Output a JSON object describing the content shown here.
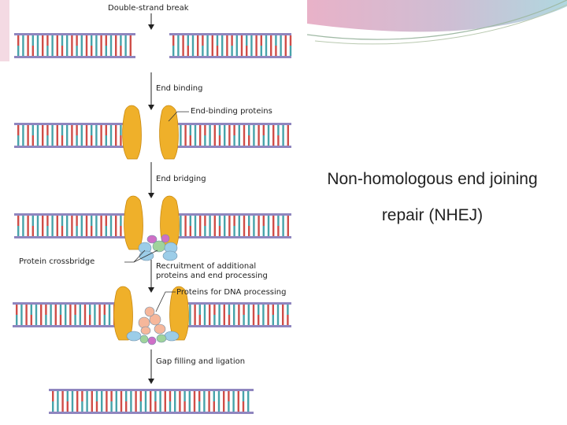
{
  "slide": {
    "title_line1": "Non-homologous end joining",
    "title_line2": "repair (NHEJ)"
  },
  "diagram": {
    "labels": {
      "double_strand_break": "Double-strand break",
      "end_binding": "End binding",
      "end_binding_proteins": "End-binding proteins",
      "end_bridging": "End bridging",
      "protein_crossbridge": "Protein crossbridge",
      "recruitment_line1": "Recruitment of additional",
      "recruitment_line2": "proteins and end processing",
      "proteins_for_dna_processing": "Proteins for DNA processing",
      "gap_filling_ligation": "Gap filling and ligation"
    },
    "colors": {
      "backbone": "#8f86bf",
      "base_red": "#cf4d48",
      "base_teal": "#47a3aa",
      "ku_protein": "#efb02a",
      "crossbridge_blue": "#9ccde8",
      "crossbridge_green": "#9fd39b",
      "crossbridge_magenta": "#cf6fc7",
      "processing_protein": "#f6b79b",
      "arrow": "#222222",
      "banner_pink": "#e6a9c2",
      "banner_teal": "#a7d3dc"
    }
  }
}
